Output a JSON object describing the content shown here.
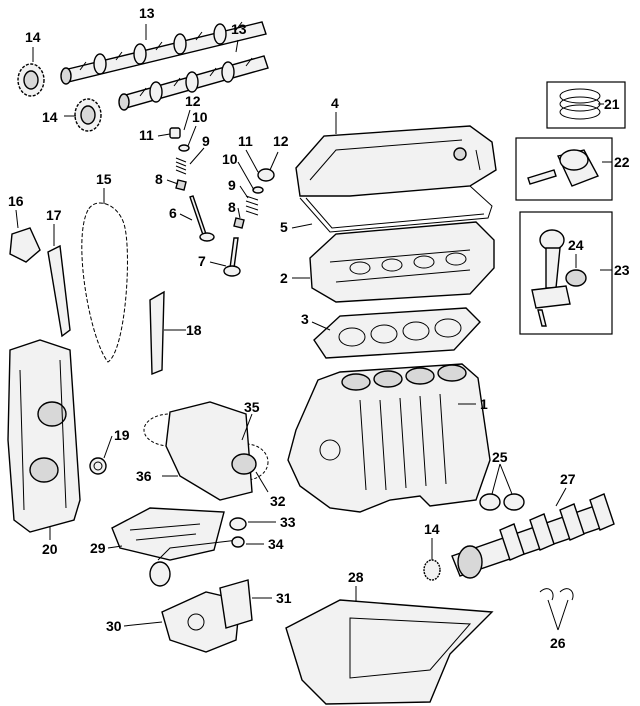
{
  "diagram": {
    "callouts": [
      {
        "id": "c13a",
        "text": "13"
      },
      {
        "id": "c13b",
        "text": "13"
      },
      {
        "id": "c14a",
        "text": "14"
      },
      {
        "id": "c14b",
        "text": "14"
      },
      {
        "id": "c12a",
        "text": "12"
      },
      {
        "id": "c10a",
        "text": "10"
      },
      {
        "id": "c11a",
        "text": "11"
      },
      {
        "id": "c9a",
        "text": "9"
      },
      {
        "id": "c8a",
        "text": "8"
      },
      {
        "id": "c6",
        "text": "6"
      },
      {
        "id": "c11b",
        "text": "11"
      },
      {
        "id": "c12b",
        "text": "12"
      },
      {
        "id": "c10b",
        "text": "10"
      },
      {
        "id": "c9b",
        "text": "9"
      },
      {
        "id": "c8b",
        "text": "8"
      },
      {
        "id": "c7",
        "text": "7"
      },
      {
        "id": "c4",
        "text": "4"
      },
      {
        "id": "c5",
        "text": "5"
      },
      {
        "id": "c2",
        "text": "2"
      },
      {
        "id": "c3",
        "text": "3"
      },
      {
        "id": "c21",
        "text": "21"
      },
      {
        "id": "c22",
        "text": "22"
      },
      {
        "id": "c24",
        "text": "24"
      },
      {
        "id": "c23",
        "text": "23"
      },
      {
        "id": "c16",
        "text": "16"
      },
      {
        "id": "c17",
        "text": "17"
      },
      {
        "id": "c15",
        "text": "15"
      },
      {
        "id": "c18",
        "text": "18"
      },
      {
        "id": "c1",
        "text": "1"
      },
      {
        "id": "c19",
        "text": "19"
      },
      {
        "id": "c20",
        "text": "20"
      },
      {
        "id": "c35",
        "text": "35"
      },
      {
        "id": "c36",
        "text": "36"
      },
      {
        "id": "c32",
        "text": "32"
      },
      {
        "id": "c33",
        "text": "33"
      },
      {
        "id": "c34",
        "text": "34"
      },
      {
        "id": "c29",
        "text": "29"
      },
      {
        "id": "c25",
        "text": "25"
      },
      {
        "id": "c27",
        "text": "27"
      },
      {
        "id": "c14c",
        "text": "14"
      },
      {
        "id": "c31",
        "text": "31"
      },
      {
        "id": "c30",
        "text": "30"
      },
      {
        "id": "c28",
        "text": "28"
      },
      {
        "id": "c26",
        "text": "26"
      }
    ]
  }
}
